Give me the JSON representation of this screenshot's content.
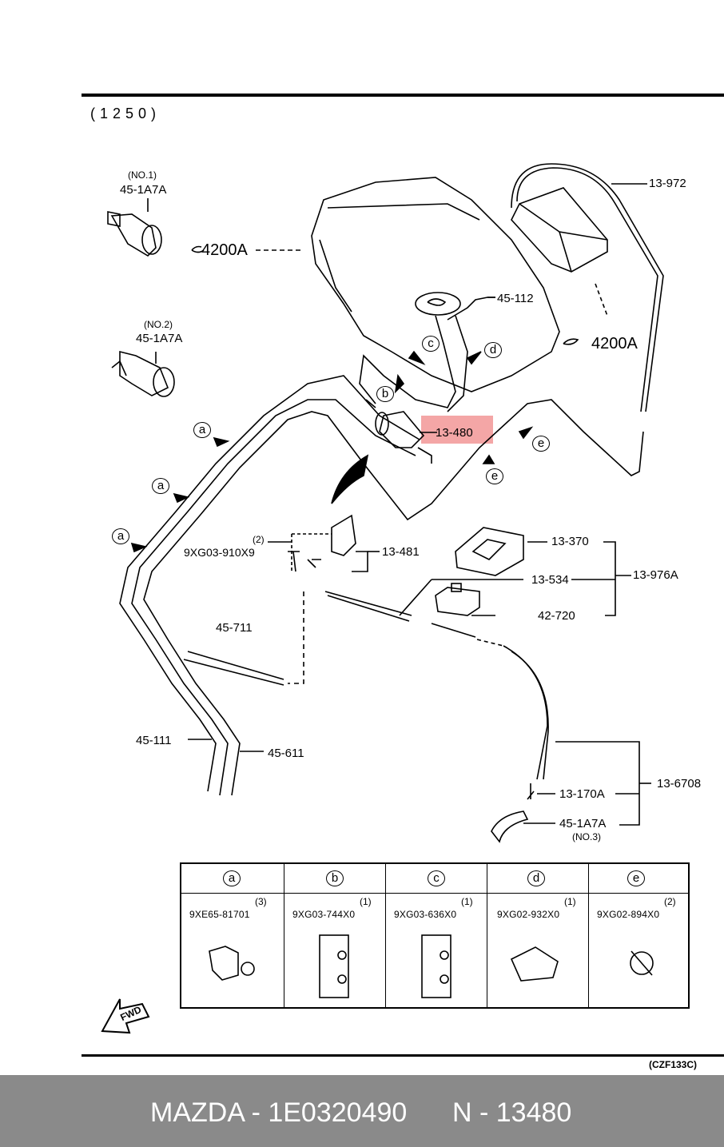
{
  "diagram": {
    "code": "(1250)",
    "figure_ref": "(CZF133C)",
    "highlighted_part": "13-480",
    "callouts": {
      "no1": "(NO.1)",
      "p451a7a_1": "45-1A7A",
      "no2": "(NO.2)",
      "p451a7a_2": "45-1A7A",
      "ref4200a_left": "4200A",
      "ref4200a_right": "4200A",
      "p13972": "13-972",
      "p45112": "45-112",
      "p13480": "13-480",
      "p13481": "13-481",
      "qty2": "(2)",
      "p9xg03": "9XG03-910X9",
      "p13370": "13-370",
      "p13534": "13-534",
      "p13976a": "13-976A",
      "p42720": "42-720",
      "p45711": "45-711",
      "p45111": "45-111",
      "p45611": "45-611",
      "p136708": "13-6708",
      "p13170a": "13-170A",
      "p451a7a_3": "45-1A7A",
      "no3": "(NO.3)",
      "letter_c": "c",
      "letter_d": "d",
      "letter_b": "b",
      "letter_e1": "e",
      "letter_e2": "e",
      "letter_a1": "a",
      "letter_a2": "a",
      "letter_a3": "a"
    },
    "fwd_label": "FWD"
  },
  "clip_table": [
    {
      "letter": "a",
      "qty": "(3)",
      "part": "9XE65-81701"
    },
    {
      "letter": "b",
      "qty": "(1)",
      "part": "9XG03-744X0"
    },
    {
      "letter": "c",
      "qty": "(1)",
      "part": "9XG03-636X0"
    },
    {
      "letter": "d",
      "qty": "(1)",
      "part": "9XG02-932X0"
    },
    {
      "letter": "e",
      "qty": "(2)",
      "part": "9XG02-894X0"
    }
  ],
  "footer": {
    "brand_part": "MAZDA - 1E0320490",
    "ref": "N - 13480"
  },
  "colors": {
    "highlight": "#f4a6a6",
    "footer_bg": "#8a8a8a",
    "footer_text": "#ffffff"
  }
}
